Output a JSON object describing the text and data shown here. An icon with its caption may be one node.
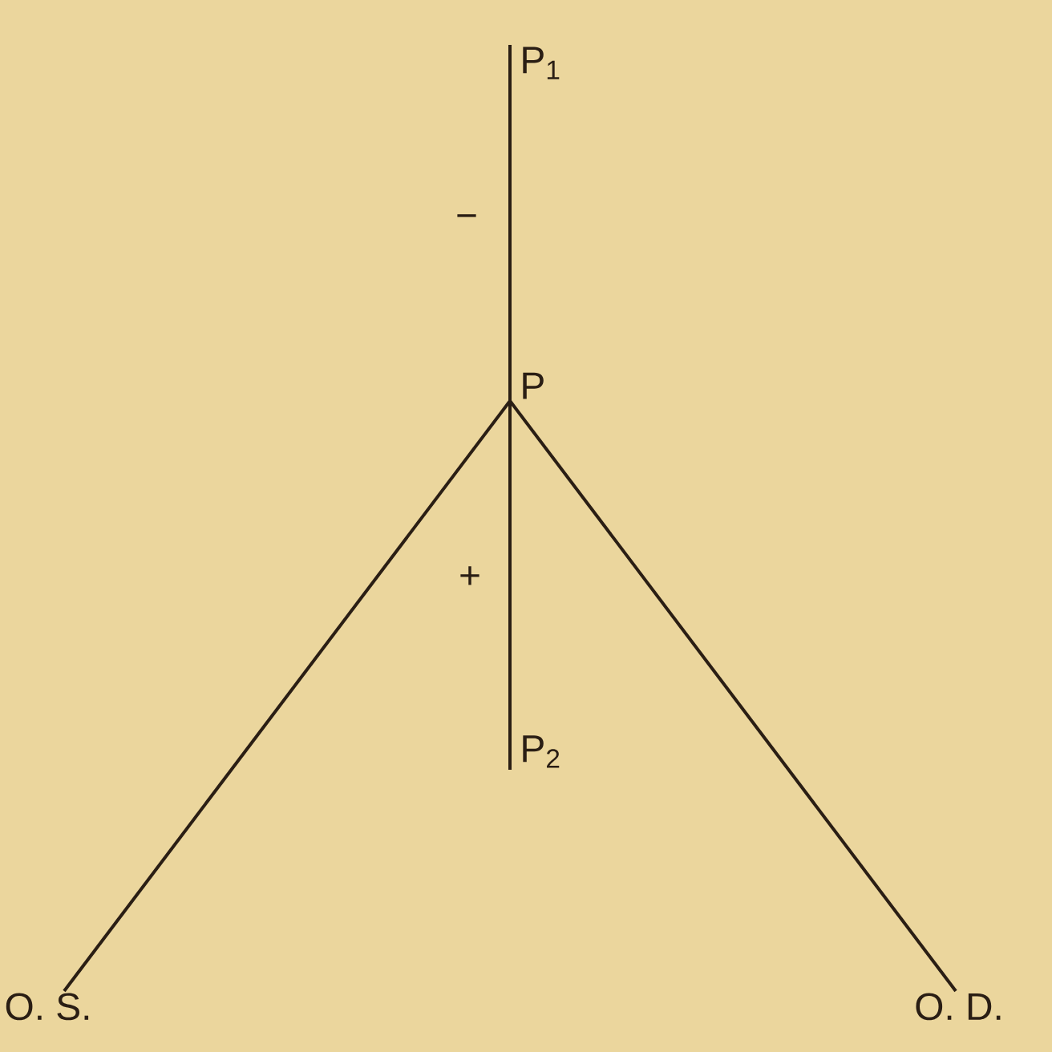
{
  "diagram": {
    "nodes": [
      {
        "text": [
          "P$_{1}$"
        ]
      },
      {
        "text": [
          "P"
        ]
      },
      {
        "text": [
          "P$_{2}$"
        ]
      },
      {
        "text": [
          "O. S."
        ]
      },
      {
        "text": [
          "O. D."
        ]
      }
    ],
    "edges": [
      {
        "from": 0,
        "to": 1,
        "arrow": "none"
      },
      {
        "from": 1,
        "to": 2,
        "arrow": "none"
      },
      {
        "from": 1,
        "to": 3,
        "arrow": "none"
      },
      {
        "from": 1,
        "to": 4,
        "arrow": "none"
      }
    ],
    "labels": [
      "−",
      "+"
    ]
  }
}
